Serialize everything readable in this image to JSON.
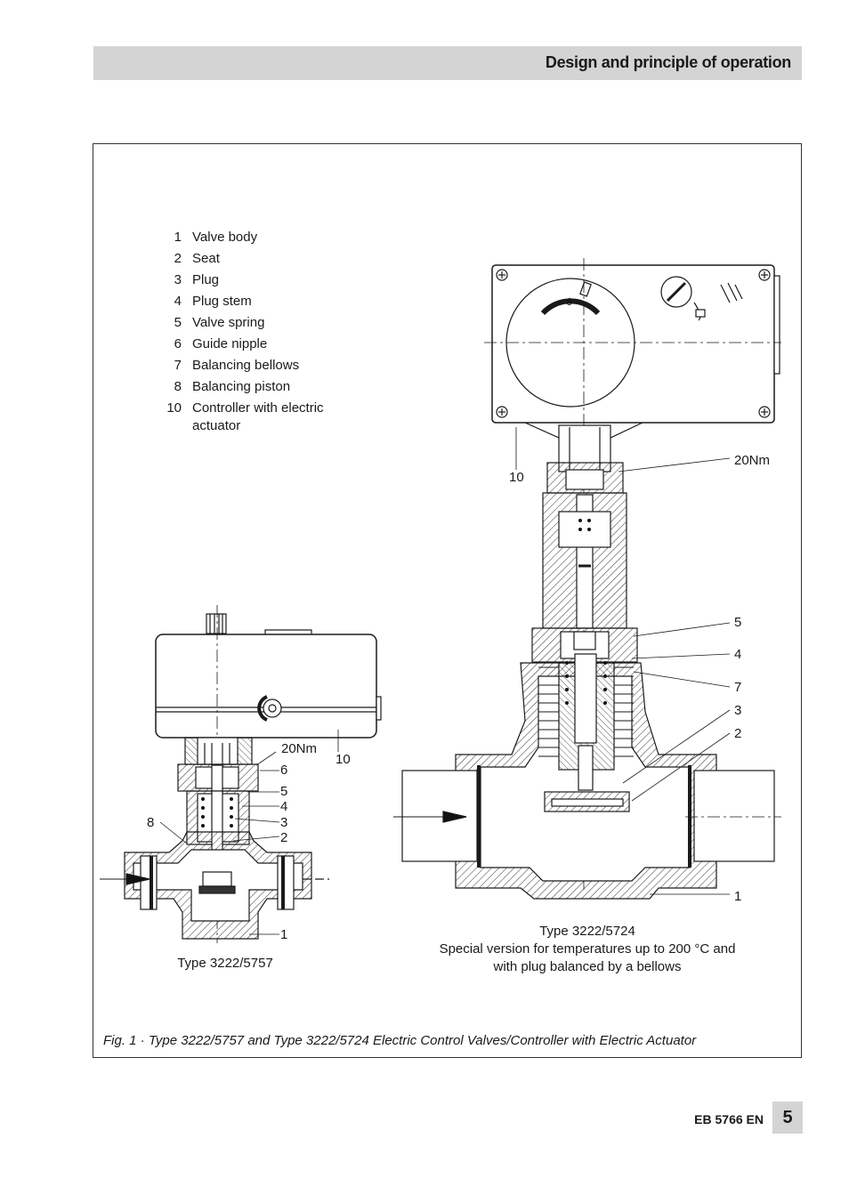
{
  "header": {
    "title": "Design and principle of operation"
  },
  "legend": [
    {
      "num": "1",
      "label": "Valve body"
    },
    {
      "num": "2",
      "label": "Seat"
    },
    {
      "num": "3",
      "label": "Plug"
    },
    {
      "num": "4",
      "label": "Plug stem"
    },
    {
      "num": "5",
      "label": "Valve spring"
    },
    {
      "num": "6",
      "label": "Guide nipple"
    },
    {
      "num": "7",
      "label": "Balancing bellows"
    },
    {
      "num": "8",
      "label": "Balancing piston"
    },
    {
      "num": "10",
      "label": "Controller with electric actuator"
    }
  ],
  "left_drawing": {
    "torque": "20Nm",
    "callouts": [
      "6",
      "5",
      "4",
      "3",
      "2",
      "8",
      "1",
      "10"
    ],
    "caption": "Type 3222/5757"
  },
  "right_drawing": {
    "torque": "20Nm",
    "callouts": [
      "10",
      "5",
      "4",
      "7",
      "3",
      "2",
      "1"
    ],
    "caption_line1": "Type 3222/5724",
    "caption_line2": "Special version for temperatures up to 200 °C and",
    "caption_line3": "with plug balanced by a bellows"
  },
  "figure_caption": "Fig. 1 · Type 3222/5757 and Type 3222/5724 Electric Control Valves/Controller with Electric Actuator",
  "footer": {
    "doc": "EB 5766 EN",
    "page": "5"
  }
}
